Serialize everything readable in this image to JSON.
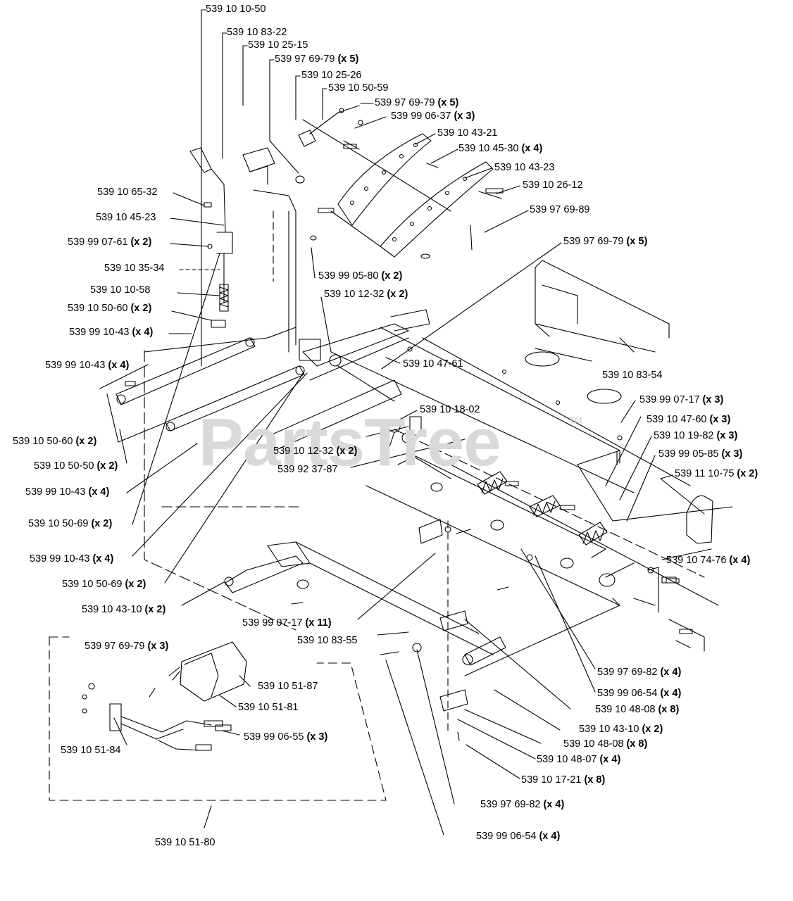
{
  "watermark": {
    "text": "PartsTree",
    "tm": "TM"
  },
  "parts": [
    {
      "num": "539 10 10-50",
      "qty": ""
    },
    {
      "num": "539 10 83-22",
      "qty": ""
    },
    {
      "num": "539 10 25-15",
      "qty": ""
    },
    {
      "num": "539 97 69-79",
      "qty": "(x 5)"
    },
    {
      "num": "539 10 25-26",
      "qty": ""
    },
    {
      "num": "539 10 50-59",
      "qty": ""
    },
    {
      "num": "539 97 69-79",
      "qty": "(x 5)"
    },
    {
      "num": "539 99 06-37",
      "qty": "(x 3)"
    },
    {
      "num": "539 10 43-21",
      "qty": ""
    },
    {
      "num": "539 10 45-30",
      "qty": "(x 4)"
    },
    {
      "num": "539 10 43-23",
      "qty": ""
    },
    {
      "num": "539 10 26-12",
      "qty": ""
    },
    {
      "num": "539 10 65-32",
      "qty": ""
    },
    {
      "num": "539 10 45-23",
      "qty": ""
    },
    {
      "num": "539 97 69-89",
      "qty": ""
    },
    {
      "num": "539 99 07-61",
      "qty": "(x 2)"
    },
    {
      "num": "539 97 69-79",
      "qty": "(x 5)"
    },
    {
      "num": "539 10 35-34",
      "qty": ""
    },
    {
      "num": "539 99 05-80",
      "qty": "(x 2)"
    },
    {
      "num": "539 10 10-58",
      "qty": ""
    },
    {
      "num": "539 10 12-32",
      "qty": "(x 2)"
    },
    {
      "num": "539 10 50-60",
      "qty": "(x 2)"
    },
    {
      "num": "539 99 10-43",
      "qty": "(x 4)"
    },
    {
      "num": "539 99 10-43",
      "qty": "(x 4)"
    },
    {
      "num": "539 10 47-61",
      "qty": ""
    },
    {
      "num": "539 10 83-54",
      "qty": ""
    },
    {
      "num": "539 99 07-17",
      "qty": "(x 3)"
    },
    {
      "num": "539 10 18-02",
      "qty": ""
    },
    {
      "num": "539 10 47-60",
      "qty": "(x 3)"
    },
    {
      "num": "539 10 50-60",
      "qty": "(x 2)"
    },
    {
      "num": "539 10 19-82",
      "qty": "(x 3)"
    },
    {
      "num": "539 10 12-32",
      "qty": "(x 2)"
    },
    {
      "num": "539 99 05-85",
      "qty": "(x 3)"
    },
    {
      "num": "539 10 50-50",
      "qty": "(x 2)"
    },
    {
      "num": "539 92 37-87",
      "qty": ""
    },
    {
      "num": "539 11 10-75",
      "qty": "(x 2)"
    },
    {
      "num": "539 99 10-43",
      "qty": "(x 4)"
    },
    {
      "num": "539 10 50-69",
      "qty": "(x 2)"
    },
    {
      "num": "539 99 10-43",
      "qty": "(x 4)"
    },
    {
      "num": "539 10 74-76",
      "qty": "(x 4)"
    },
    {
      "num": "539 10 50-69",
      "qty": "(x 2)"
    },
    {
      "num": "539 10 43-10",
      "qty": "(x 2)"
    },
    {
      "num": "539 99 07-17",
      "qty": "(x 11)"
    },
    {
      "num": "539 10 83-55",
      "qty": ""
    },
    {
      "num": "539 97 69-79",
      "qty": "(x 3)"
    },
    {
      "num": "539 97 69-82",
      "qty": "(x 4)"
    },
    {
      "num": "539 10 51-87",
      "qty": ""
    },
    {
      "num": "539 99 06-54",
      "qty": "(x 4)"
    },
    {
      "num": "539 10 51-81",
      "qty": ""
    },
    {
      "num": "539 10 48-08",
      "qty": "(x 8)"
    },
    {
      "num": "539 10 43-10",
      "qty": "(x 2)"
    },
    {
      "num": "539 99 06-55",
      "qty": "(x 3)"
    },
    {
      "num": "539 10 51-84",
      "qty": ""
    },
    {
      "num": "539 10 48-08",
      "qty": "(x 8)"
    },
    {
      "num": "539 10 48-07",
      "qty": "(x 4)"
    },
    {
      "num": "539 10 17-21",
      "qty": "(x 8)"
    },
    {
      "num": "539 97 69-82",
      "qty": "(x 4)"
    },
    {
      "num": "539 10 51-80",
      "qty": ""
    },
    {
      "num": "539 99 06-54",
      "qty": "(x 4)"
    }
  ]
}
